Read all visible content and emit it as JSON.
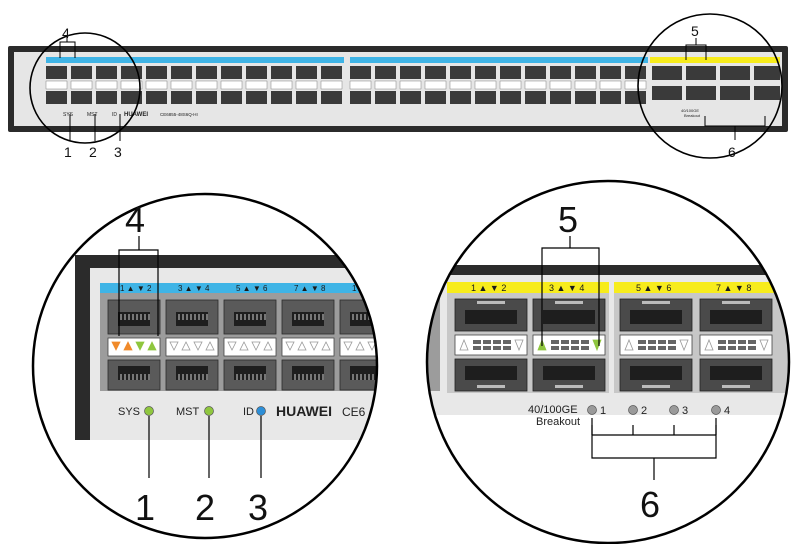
{
  "callouts": {
    "n1": "1",
    "n2": "2",
    "n3": "3",
    "n4": "4",
    "n5": "5",
    "n6": "6"
  },
  "leds": {
    "sys": "SYS",
    "mst": "MST",
    "id": "ID"
  },
  "brand": "HUAWEI",
  "model_partial_zoom": "CE6",
  "model_full": "CE6855-48S6Q-HI",
  "breakout": {
    "line1": "40/100GE",
    "line2": "Breakout",
    "leds": [
      "1",
      "2",
      "3",
      "4"
    ]
  },
  "sfp_groups": [
    {
      "a": "1",
      "b": "2"
    },
    {
      "a": "3",
      "b": "4"
    },
    {
      "a": "5",
      "b": "6"
    },
    {
      "a": "7",
      "b": "8"
    }
  ],
  "qsfp_groups": [
    {
      "a": "1",
      "b": "2"
    },
    {
      "a": "3",
      "b": "4"
    },
    {
      "a": "5",
      "b": "6"
    },
    {
      "a": "7",
      "b": "8"
    }
  ],
  "colors": {
    "sfp_label_band": "#3fb4e6",
    "qsfp_label_band": "#f7ec1c",
    "led_green": "#8fc63f",
    "led_blue": "#2d8fd8",
    "led_orange": "#f08a2a",
    "chassis_dark": "#2b2b2b",
    "chassis_frame": "#d9d9d9"
  }
}
